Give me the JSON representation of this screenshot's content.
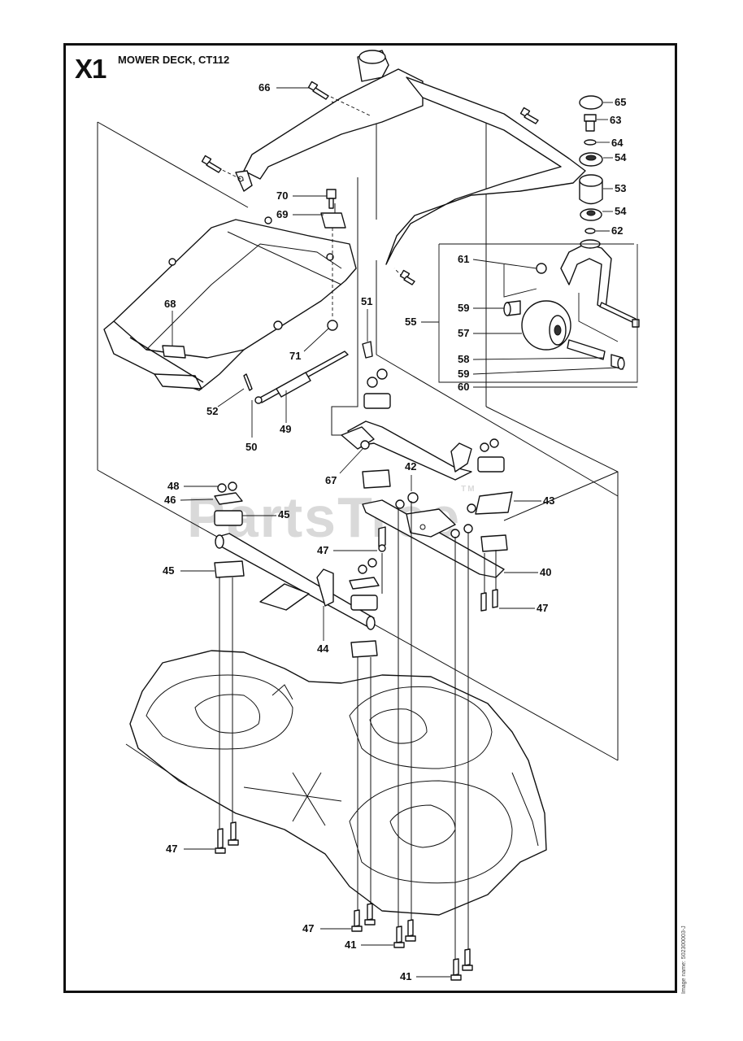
{
  "header": {
    "section_code": "X1",
    "title": "MOWER DECK, CT112"
  },
  "footer": {
    "image_name": "Image name: 502300003-J"
  },
  "watermark": {
    "text": "PartsTree",
    "trademark": "TM"
  },
  "callouts": [
    "66",
    "65",
    "63",
    "64",
    "54",
    "53",
    "54",
    "62",
    "70",
    "69",
    "61",
    "68",
    "51",
    "55",
    "59",
    "57",
    "71",
    "58",
    "59",
    "60",
    "52",
    "49",
    "50",
    "67",
    "42",
    "43",
    "48",
    "46",
    "45",
    "47",
    "40",
    "45",
    "47",
    "44",
    "47",
    "47",
    "41",
    "41"
  ]
}
